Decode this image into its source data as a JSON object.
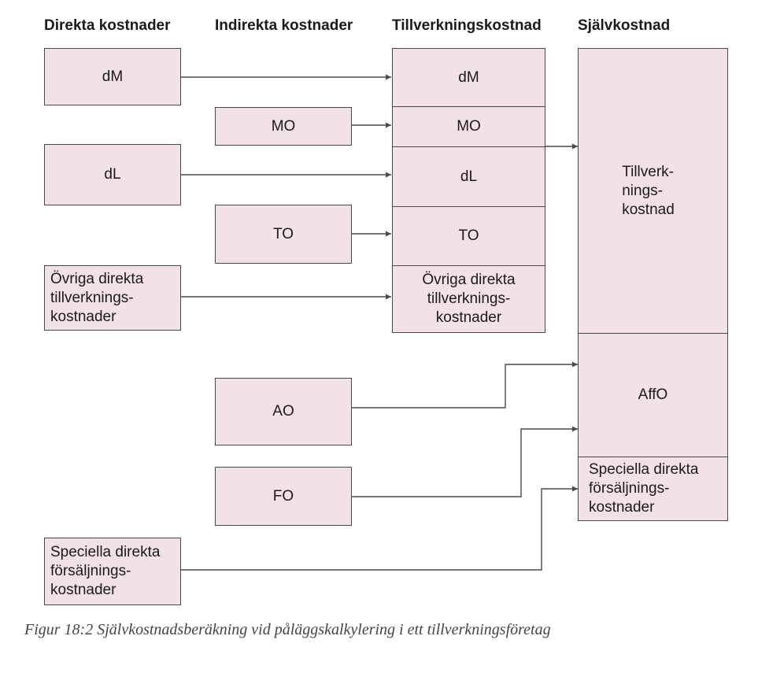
{
  "headings": {
    "direct": "Direkta kostnader",
    "indirect": "Indirekta kostnader",
    "manufacturing": "Tillverkningskostnad",
    "self_cost": "Självkostnad"
  },
  "direct_boxes": {
    "dm": "dM",
    "dl": "dL",
    "other_manufacturing": "Övriga direkta\ntillverknings-\nkostnader",
    "special_sales": "Speciella direkta\nförsäljnings-\nkostnader"
  },
  "indirect_boxes": {
    "mo": "MO",
    "to": "TO",
    "ao": "AO",
    "fo": "FO"
  },
  "manufacturing_stack": {
    "dm": "dM",
    "mo": "MO",
    "dl": "dL",
    "to": "TO",
    "other": "Övriga direkta\ntillverknings-\nkostnader"
  },
  "self_cost_stack": {
    "manufacturing": "Tillverk-\nnings-\nkostnad",
    "affo": "AffO",
    "special_sales": "Speciella direkta\nförsäljnings-\nkostnader"
  },
  "caption": "Figur 18:2 Självkostnadsberäkning vid påläggskalkylering i ett tillverkningsföretag",
  "colors": {
    "box_fill": "#f3e1ea",
    "line": "#4a4a4a"
  }
}
